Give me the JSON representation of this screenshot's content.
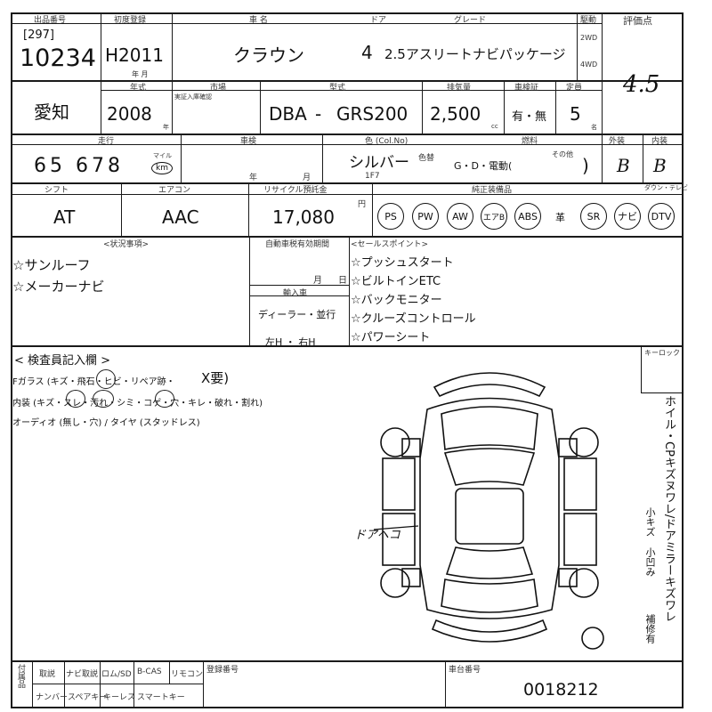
{
  "header": {
    "lot_label": "出品番号",
    "lot_bracket": "[297]",
    "lot_number": "10234",
    "first_reg_label": "初度登録",
    "first_reg_value": "H2011",
    "year_month_label": "年 月",
    "model_name_label": "車 名",
    "model_name": "クラウン",
    "doors_label": "ドア",
    "doors": "4",
    "grade_label": "グレード",
    "grade": "2.5アスリートナビパッケージ",
    "drive_label": "駆動",
    "drive_2wd": "2WD",
    "drive_4wd": "4WD",
    "score_label": "評価点",
    "score": "4.5"
  },
  "row2": {
    "region": "愛知",
    "year_label": "年式",
    "year": "2008",
    "year_unit": "年",
    "market_label": "市場",
    "market_sub": "実証入庫確認",
    "type_label": "型式",
    "type_prefix": "DBA",
    "type_dash": "-",
    "type_code": "GRS200",
    "displacement_label": "排気量",
    "displacement": "2,500",
    "displacement_unit": "cc",
    "inspection_label": "車検証",
    "inspection": "有・無",
    "capacity_label": "定員",
    "capacity": "5",
    "capacity_unit": "名"
  },
  "row3": {
    "mileage_label": "走行",
    "mileage": "65 678",
    "mileage_unit_mile": "マイル",
    "mileage_unit_km": "km",
    "inspection_due_label": "車検",
    "year_mark": "年",
    "month_mark": "月",
    "color_label": "色 (Col.No)",
    "color": "シルバー",
    "color_code": "1F7",
    "color_change": "色替",
    "fuel_label": "燃料",
    "fuel_options": "G・D・電動(",
    "fuel_other": "その他",
    "fuel_close": ")",
    "exterior_label": "外装",
    "exterior": "B",
    "interior_label": "内装",
    "interior": "B"
  },
  "row4": {
    "shift_label": "シフト",
    "shift": "AT",
    "aircon_label": "エアコン",
    "aircon": "AAC",
    "recycle_label": "リサイクル預託金",
    "recycle": "17,080",
    "recycle_unit": "円",
    "equipment_label": "純正装備品",
    "equipment": [
      "PS",
      "PW",
      "AW",
      "エアB",
      "ABS",
      "革",
      "SR",
      "ナビ",
      "DTV"
    ],
    "equipment_last_label": "ダウン・テレビ"
  },
  "notes": {
    "notes_label": "<状況事項>",
    "notes": [
      "☆サンルーフ",
      "☆メーカーナビ"
    ],
    "expiry_label": "自動車税有効期間",
    "month": "月",
    "day": "日",
    "import_label": "輸入車",
    "import_type": "ディーラー・並行",
    "handle": "左H ・ 右H",
    "selling_label": "<セールスポイント>",
    "selling_points": [
      "☆プッシュスタート",
      "☆ビルトインETC",
      "☆バックモニター",
      "☆クルーズコントロール",
      "☆パワーシート"
    ]
  },
  "inspector": {
    "title": "< 検査員記入欄 >",
    "glass": "Fガラス (キズ・飛石・ヒビ・リペア跡・",
    "glass_mark": "X要)",
    "interior": "内装 (キズ・スレ・汚れ・シミ・コゲ・穴・キレ・破れ・割れ)",
    "audio": "オーディオ (無し・穴) / タイヤ (スタッドレス)",
    "keylock": "キーロック",
    "sticky_note": "ドアヘコ",
    "wheel_legend": [
      "ホイル・CPキズヌワレ/ドアミラーキズワレ",
      "小キズ",
      "小凹み",
      "補修有"
    ]
  },
  "footer": {
    "accessories_label": "付属品",
    "row1": [
      "取説",
      "ナビ取説",
      "ロム/SD",
      "B-CAS",
      "リモコン"
    ],
    "row2": [
      "ナンバー",
      "スペアキー",
      "キーレス",
      "スマートキー"
    ],
    "reg_number_label": "登録番号",
    "chassis_label": "車台番号",
    "chassis": "0018212"
  }
}
